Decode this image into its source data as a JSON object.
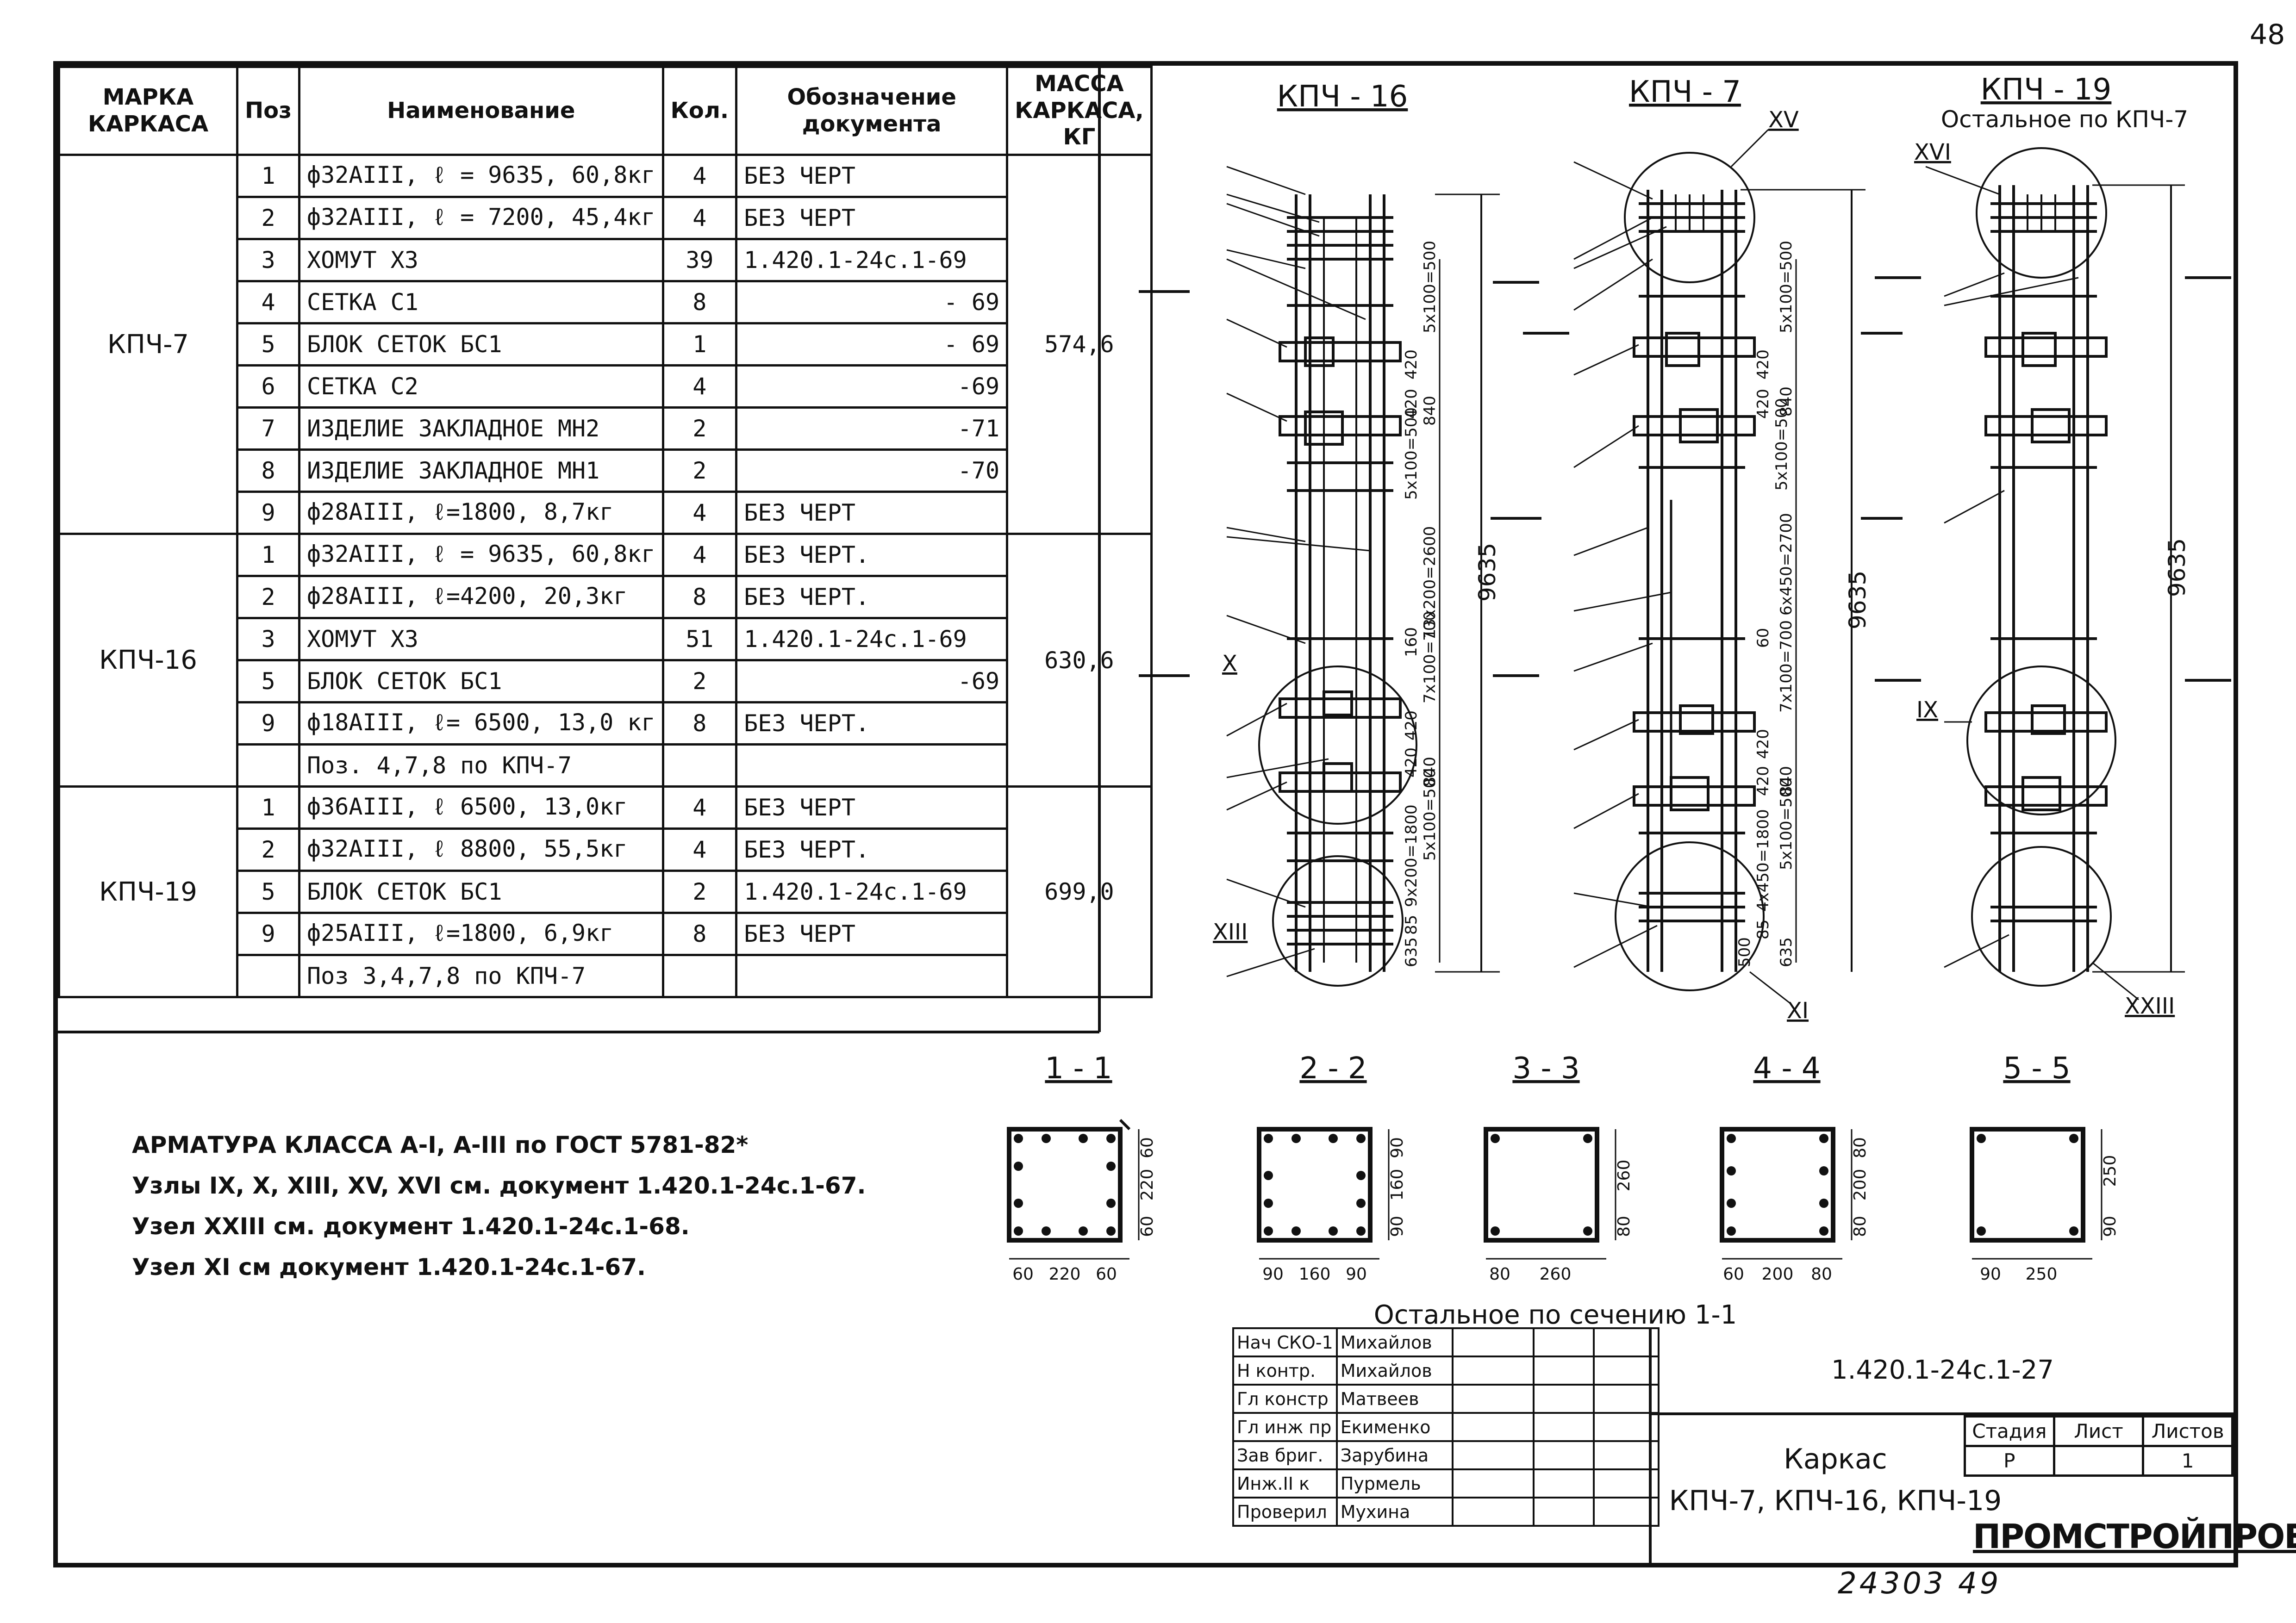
{
  "page_number": "48",
  "bottom_note": "24303  49",
  "spec": {
    "headers": {
      "mark": "МАРКА КАРКАСА",
      "pos": "Поз",
      "name": "Наименование",
      "qty": "Кол.",
      "doc": "Обозначение документа",
      "mass": "МАССА КАРКАСА, КГ"
    },
    "groups": [
      {
        "mark": "КПЧ-7",
        "mass": "574,6",
        "rows": [
          {
            "pos": "1",
            "name": "ф32АIII, ℓ = 9635, 60,8кг",
            "qty": "4",
            "doc": "БЕЗ ЧЕРТ",
            "doc_align": "l"
          },
          {
            "pos": "2",
            "name": "ф32АIII, ℓ = 7200, 45,4кг",
            "qty": "4",
            "doc": "БЕЗ ЧЕРТ",
            "doc_align": "l"
          },
          {
            "pos": "3",
            "name": "ХОМУТ Х3",
            "qty": "39",
            "doc": "1.420.1-24с.1-69",
            "doc_align": "l"
          },
          {
            "pos": "4",
            "name": "СЕТКА С1",
            "qty": "8",
            "doc": "- 69",
            "doc_align": "r"
          },
          {
            "pos": "5",
            "name": "БЛОК СЕТОК БС1",
            "qty": "1",
            "doc": "- 69",
            "doc_align": "r"
          },
          {
            "pos": "6",
            "name": "СЕТКА С2",
            "qty": "4",
            "doc": "-69",
            "doc_align": "r"
          },
          {
            "pos": "7",
            "name": "ИЗДЕЛИЕ ЗАКЛАДНОЕ МН2",
            "qty": "2",
            "doc": "-71",
            "doc_align": "r"
          },
          {
            "pos": "8",
            "name": "ИЗДЕЛИЕ ЗАКЛАДНОЕ МН1",
            "qty": "2",
            "doc": "-70",
            "doc_align": "r"
          },
          {
            "pos": "9",
            "name": "ф28АIII, ℓ=1800, 8,7кг",
            "qty": "4",
            "doc": "БЕЗ ЧЕРТ",
            "doc_align": "l"
          }
        ]
      },
      {
        "mark": "КПЧ-16",
        "mass": "630,6",
        "rows": [
          {
            "pos": "1",
            "name": "ф32АIII, ℓ = 9635, 60,8кг",
            "qty": "4",
            "doc": "БЕЗ ЧЕРТ.",
            "doc_align": "l"
          },
          {
            "pos": "2",
            "name": "ф28АIII, ℓ=4200, 20,3кг",
            "qty": "8",
            "doc": "БЕЗ ЧЕРТ.",
            "doc_align": "l"
          },
          {
            "pos": "3",
            "name": "ХОМУТ Х3",
            "qty": "51",
            "doc": "1.420.1-24с.1-69",
            "doc_align": "l"
          },
          {
            "pos": "5",
            "name": "БЛОК СЕТОК БС1",
            "qty": "2",
            "doc": "-69",
            "doc_align": "r"
          },
          {
            "pos": "9",
            "name": "ф18АIII, ℓ= 6500, 13,0 кг",
            "qty": "8",
            "doc": "БЕЗ ЧЕРТ.",
            "doc_align": "l"
          },
          {
            "pos": "",
            "name": "Поз. 4,7,8 по КПЧ-7",
            "qty": "",
            "doc": "",
            "doc_align": "l"
          }
        ]
      },
      {
        "mark": "КПЧ-19",
        "mass": "699,0",
        "rows": [
          {
            "pos": "1",
            "name": "ф36АIII, ℓ 6500, 13,0кг",
            "qty": "4",
            "doc": "БЕЗ ЧЕРТ",
            "doc_align": "l"
          },
          {
            "pos": "2",
            "name": "ф32АIII, ℓ 8800, 55,5кг",
            "qty": "4",
            "doc": "БЕЗ ЧЕРТ.",
            "doc_align": "l"
          },
          {
            "pos": "5",
            "name": "БЛОК СЕТОК БС1",
            "qty": "2",
            "doc": "1.420.1-24с.1-69",
            "doc_align": "l"
          },
          {
            "pos": "9",
            "name": "ф25АIII, ℓ=1800, 6,9кг",
            "qty": "8",
            "doc": "БЕЗ ЧЕРТ",
            "doc_align": "l"
          },
          {
            "pos": "",
            "name": "Поз 3,4,7,8 по КПЧ-7",
            "qty": "",
            "doc": "",
            "doc_align": "l"
          }
        ]
      }
    ]
  },
  "notes": [
    "АРМАТУРА КЛАССА А-I, А-III по ГОСТ 5781-82*",
    "Узлы IX, X, XIII, XV, XVI см. документ 1.420.1-24с.1-67.",
    "Узел XXIII см. документ 1.420.1-24с.1-68.",
    "Узел XI см документ 1.420.1-24с.1-67."
  ],
  "views": {
    "kpch16": {
      "title": "КПЧ - 16",
      "dim": "9635"
    },
    "kpch7": {
      "title": "КПЧ - 7",
      "dim": "9635",
      "node": "XV",
      "node_bottom": "XI"
    },
    "kpch19": {
      "title": "КПЧ - 19",
      "subtitle": "Остальное по КПЧ-7",
      "dim": "9635",
      "node_top": "XVI",
      "node_mid": "IX",
      "node_bottom": "XXIII"
    }
  },
  "kpch16_labels": {
    "node_x": "X",
    "node_xiii": "XIII",
    "dims": [
      "5х100=500",
      "420",
      "420",
      "840",
      "5х100=500",
      "13х200=2600",
      "160",
      "7х100=700",
      "420",
      "420",
      "840",
      "5х100=500",
      "9х200=1800",
      "85",
      "635"
    ]
  },
  "kpch7_dims": [
    "5х100=500",
    "420",
    "420",
    "840",
    "5х100=500",
    "6х450=2700",
    "60",
    "7х100=700",
    "420",
    "420",
    "840",
    "5х100=500",
    "4х450=1800",
    "85",
    "635",
    "500"
  ],
  "sections": {
    "s11": {
      "title": "1 - 1",
      "dims_right": [
        "60",
        "220",
        "60"
      ],
      "dims_bottom": [
        "60",
        "220",
        "60"
      ]
    },
    "s22": {
      "title": "2 - 2",
      "dims_right": [
        "90",
        "160",
        "90"
      ],
      "dims_bottom": [
        "90",
        "160",
        "90"
      ]
    },
    "s33": {
      "title": "3 - 3",
      "dims_right": [
        "260",
        "80"
      ],
      "dims_bottom": [
        "80",
        "260"
      ]
    },
    "s44": {
      "title": "4 - 4",
      "dims_right": [
        "80",
        "200",
        "80"
      ],
      "dims_bottom": [
        "60",
        "200",
        "80"
      ]
    },
    "s55": {
      "title": "5 - 5",
      "dims_right": [
        "250",
        "90"
      ],
      "dims_bottom": [
        "90",
        "250"
      ]
    },
    "footer": "Остальное по сечению 1-1"
  },
  "title_block": {
    "rows": [
      {
        "role": "Нач СКО-1",
        "name": "Михайлов"
      },
      {
        "role": "Н контр.",
        "name": "Михайлов"
      },
      {
        "role": "Гл констр",
        "name": "Матвеев"
      },
      {
        "role": "Гл инж пр",
        "name": "Екименко"
      },
      {
        "role": "Зав бриг.",
        "name": "Зарубина"
      },
      {
        "role": "Инж.II к",
        "name": "Пурмель"
      },
      {
        "role": "Проверил",
        "name": "Мухина"
      }
    ],
    "code": "1.420.1-24с.1-27",
    "title1": "Каркас",
    "title2": "КПЧ-7, КПЧ-16, КПЧ-19",
    "stage_label": "Стадия",
    "sheet_label": "Лист",
    "sheets_label": "Листов",
    "stage": "Р",
    "sheet": "",
    "sheets": "1",
    "org": "ПРОМСТРОЙПРОЕКТ"
  }
}
